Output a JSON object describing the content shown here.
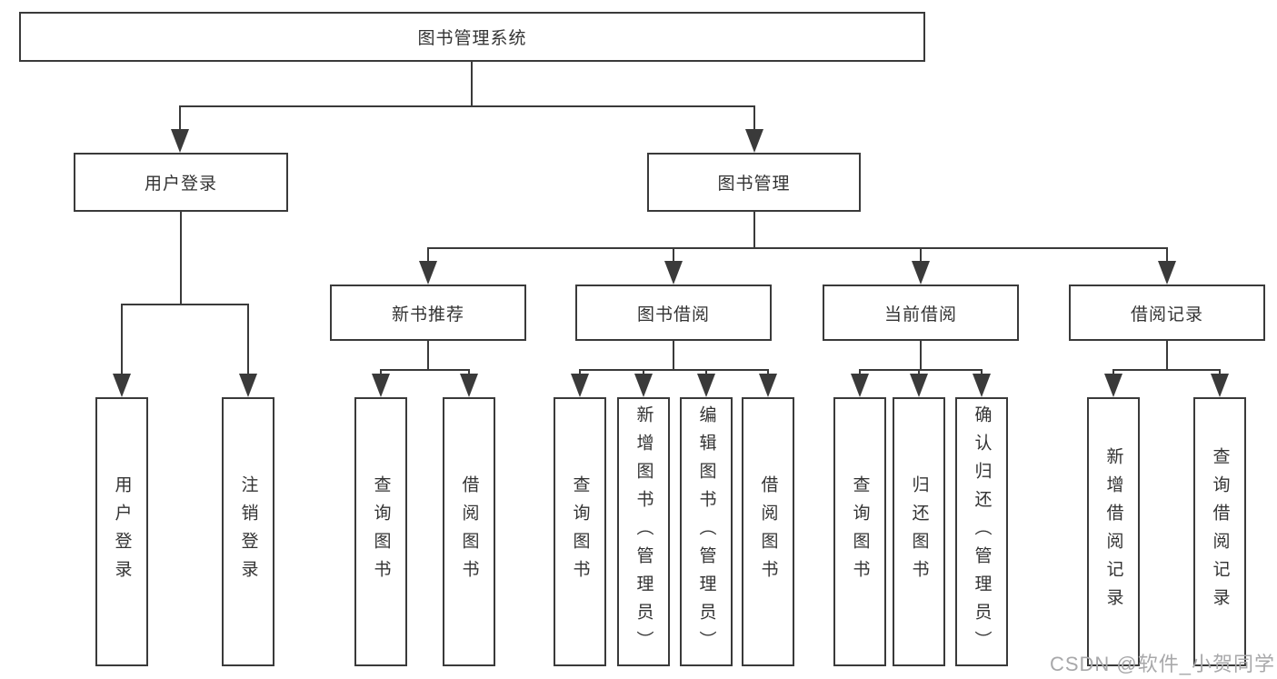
{
  "diagram": {
    "root": {
      "label": "图书管理系统"
    },
    "branches": [
      {
        "label": "用户登录",
        "children": [
          {
            "label": "用户登录"
          },
          {
            "label": "注销登录"
          }
        ]
      },
      {
        "label": "图书管理",
        "children": [
          {
            "label": "新书推荐",
            "children": [
              {
                "label": "查询图书"
              },
              {
                "label": "借阅图书"
              }
            ]
          },
          {
            "label": "图书借阅",
            "children": [
              {
                "label": "查询图书"
              },
              {
                "label": "新增图书（管理员）"
              },
              {
                "label": "编辑图书（管理员）"
              },
              {
                "label": "借阅图书"
              }
            ]
          },
          {
            "label": "当前借阅",
            "children": [
              {
                "label": "查询图书"
              },
              {
                "label": "归还图书"
              },
              {
                "label": "确认归还（管理员）"
              }
            ]
          },
          {
            "label": "借阅记录",
            "children": [
              {
                "label": "新增借阅记录"
              },
              {
                "label": "查询借阅记录"
              }
            ]
          }
        ]
      }
    ]
  },
  "watermark": {
    "text": "CSDN @软件_小贺同学",
    "color": "#a8a8aa"
  },
  "colors": {
    "background": "#ffffff",
    "line": "#3a3a3a",
    "box_border": "#3a3a3a",
    "box_fill": "#ffffff",
    "text": "#333333"
  }
}
